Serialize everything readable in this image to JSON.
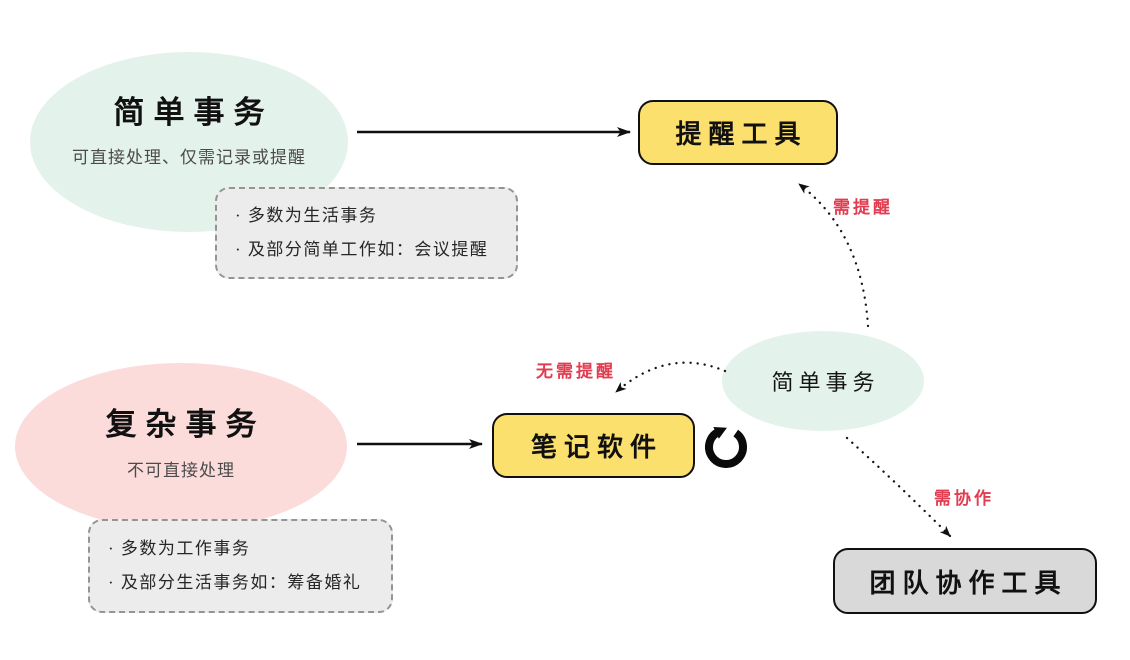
{
  "colors": {
    "mint": "#e4f2ec",
    "pink": "#fcdbdb",
    "yellow": "#fbe06e",
    "graybox": "#ececec",
    "graynode": "#d9d9d9",
    "red": "#e23c50"
  },
  "nodes": {
    "simple": {
      "title": "简单事务",
      "subtitle": "可直接处理、仅需记录或提醒"
    },
    "complex": {
      "title": "复杂事务",
      "subtitle": "不可直接处理"
    },
    "reminder": {
      "label": "提醒工具"
    },
    "notes_app": {
      "label": "笔记软件"
    },
    "simple_small": {
      "label": "简单事务"
    },
    "team": {
      "label": "团队协作工具"
    }
  },
  "notes": {
    "simple": {
      "items": [
        "· 多数为生活事务",
        "· 及部分简单工作如：会议提醒"
      ]
    },
    "complex": {
      "items": [
        "· 多数为工作事务",
        "· 及部分生活事务如：筹备婚礼"
      ]
    }
  },
  "edges": {
    "need_reminder": "需提醒",
    "no_reminder": "无需提醒",
    "need_collab": "需协作"
  }
}
